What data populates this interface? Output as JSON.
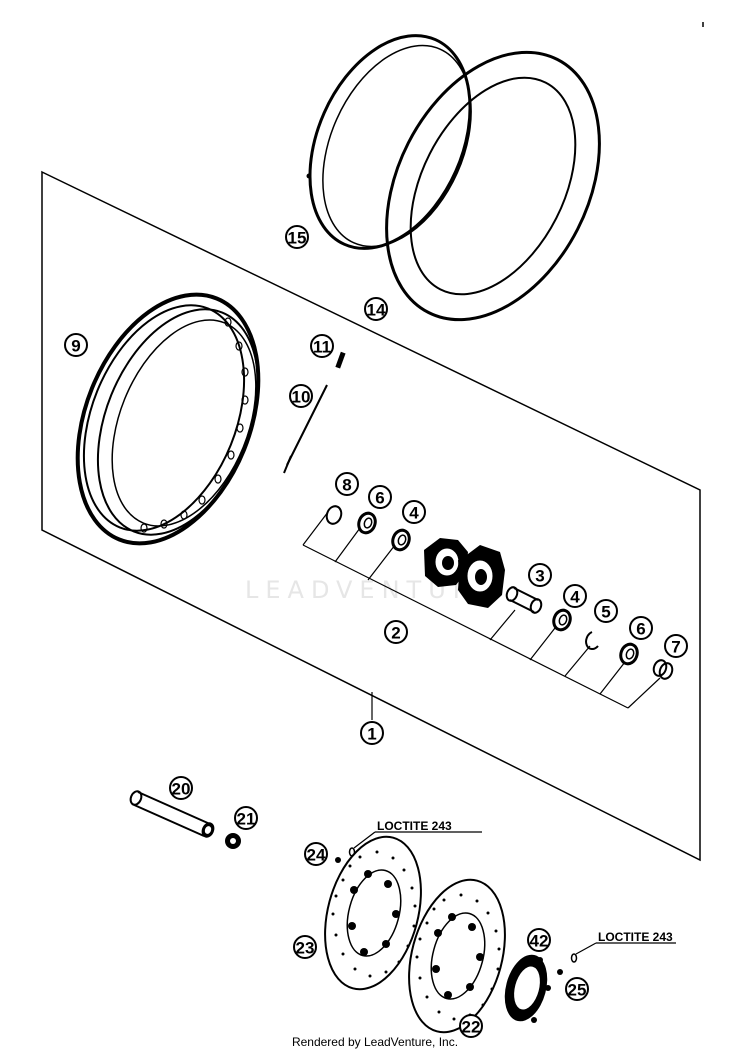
{
  "callouts": [
    "1",
    "2",
    "3",
    "4",
    "4",
    "5",
    "6",
    "6",
    "7",
    "8",
    "9",
    "10",
    "11",
    "14",
    "15",
    "20",
    "21",
    "22",
    "23",
    "24",
    "25",
    "42"
  ],
  "notes": {
    "loctite_left": "LOCTITE 243",
    "loctite_right": "LOCTITE 243"
  },
  "watermark": "LEADVENTURE",
  "credit": "Rendered by LeadVenture, Inc."
}
